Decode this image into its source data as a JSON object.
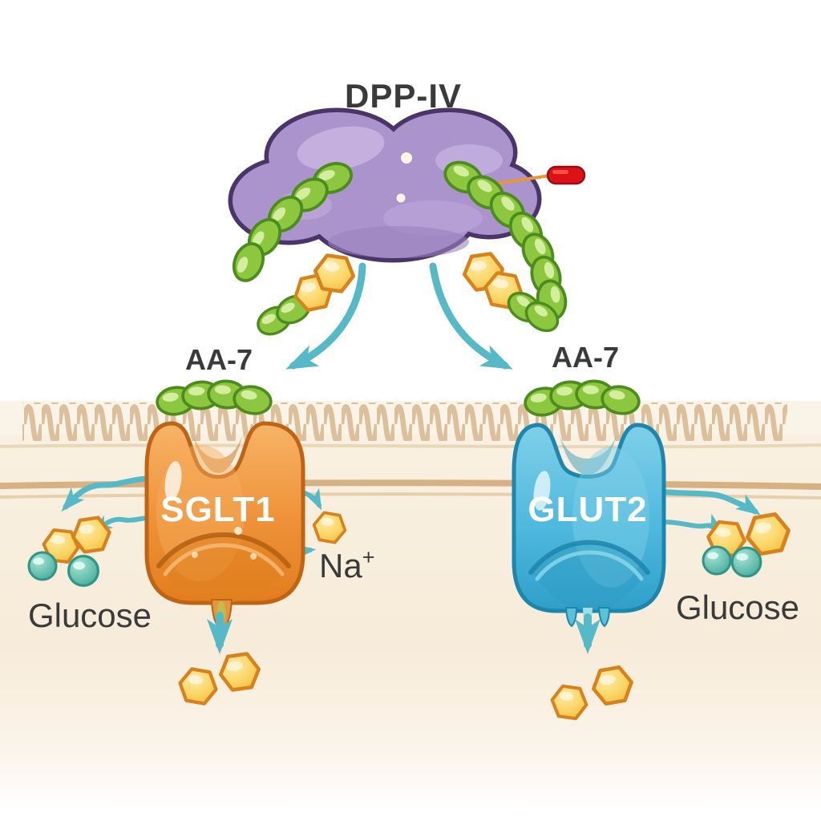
{
  "enzyme": {
    "label": "DPP-IV"
  },
  "inhibitor": {
    "icon": "red-capsule-inhibitor"
  },
  "fragments": {
    "left_label": "AA-7",
    "right_label": "AA-7"
  },
  "transporters": {
    "left": {
      "name": "SGLT1"
    },
    "right": {
      "name": "GLUT2"
    }
  },
  "ions": {
    "sodium": {
      "symbol": "Na",
      "charge": "+"
    }
  },
  "molecules": {
    "glucose_left_label": "Glucose",
    "glucose_right_label": "Glucose"
  },
  "colors": {
    "background_white": "#ffffff",
    "cytosol_cream": "#f8efe0",
    "membrane_tan": "#dcc09c",
    "membrane_line": "#cfa673",
    "enzyme_purple": "#ab93cb",
    "enzyme_purple_light": "#c6b3e0",
    "enzyme_outline": "#4a3568",
    "peptide_green": "#8dc63f",
    "peptide_outline": "#4c8c1d",
    "glucose_yellow": "#f9cf5f",
    "glucose_outline": "#d8821e",
    "transporter_orange": "#ee9138",
    "transporter_orange_outline": "#bf6314",
    "transporter_blue": "#4fb8dd",
    "transporter_blue_outline": "#1e85ab",
    "arrow_teal": "#56b9c8",
    "ion_teal": "#55bfae",
    "ion_outline": "#2f9585",
    "inhibitor_red": "#dd1218",
    "inhibitor_outline": "#9d0c10",
    "label_dark": "#3a3a3a",
    "label_white": "#ffffff"
  }
}
